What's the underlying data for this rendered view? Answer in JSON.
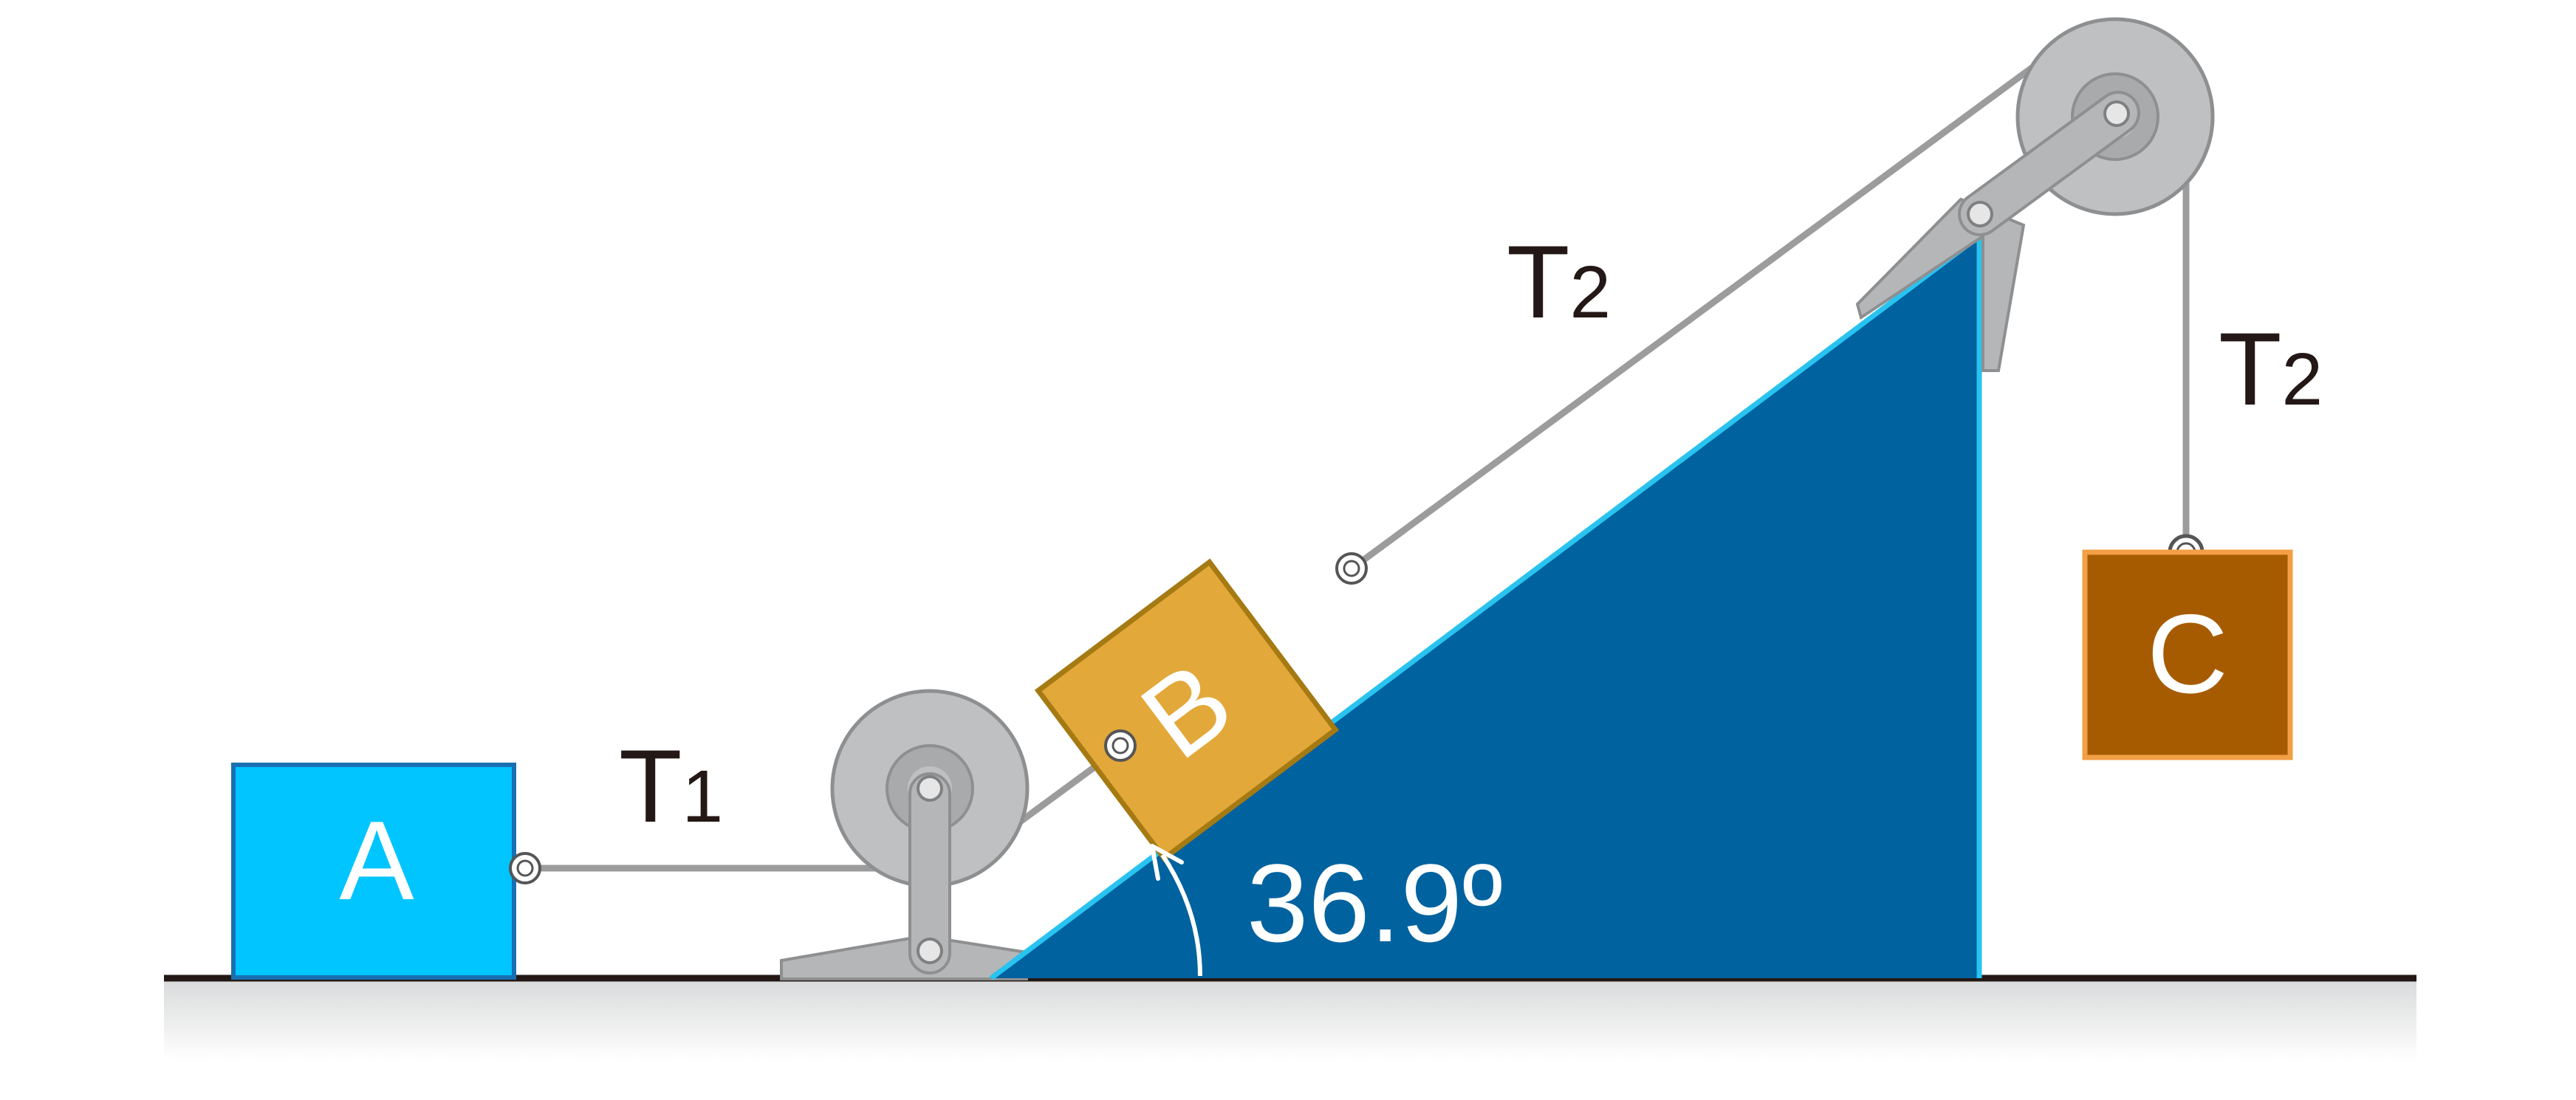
{
  "diagram": {
    "blocks": {
      "a": {
        "label": "A",
        "fill": "#00C5FF",
        "stroke": "#1870B2"
      },
      "b": {
        "label": "B",
        "fill": "#E3A83A",
        "stroke": "#A57A12"
      },
      "c": {
        "label": "C",
        "fill": "#A75B00",
        "stroke": "#F29F45"
      }
    },
    "tensions": {
      "t1": {
        "letter": "T",
        "subscript": "1"
      },
      "t2_incline": {
        "letter": "T",
        "subscript": "2"
      },
      "t2_hanging": {
        "letter": "T",
        "subscript": "2"
      }
    },
    "incline": {
      "angle_label": "36.9º",
      "fill": "#00629F",
      "edge": "#29C3F0"
    },
    "colors": {
      "rope": "#9C9C9C",
      "pulley": "#BFC0C2",
      "pulley_stroke": "#8E8F91",
      "bracket": "#B5B6B8",
      "ground": "#231815"
    }
  }
}
